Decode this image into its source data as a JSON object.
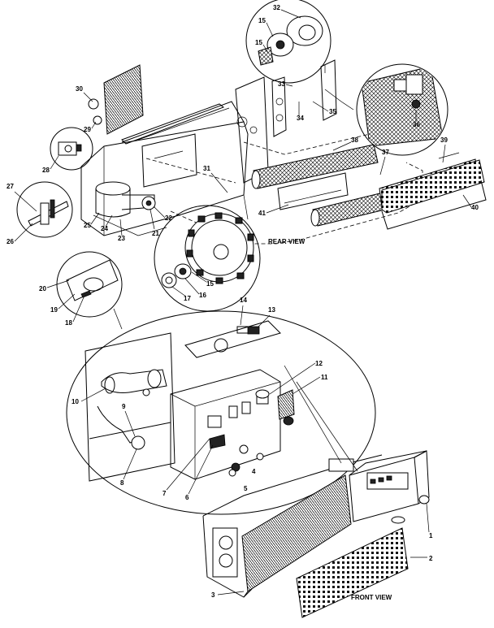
{
  "captions": {
    "rear_view": "REAR VIEW",
    "front_view": "FRONT VIEW"
  },
  "callouts": {
    "c1": "1",
    "c2": "2",
    "c3": "3",
    "c4": "4",
    "c5": "5",
    "c6": "6",
    "c7": "7",
    "c8": "8",
    "c9": "9",
    "c10": "10",
    "c11": "11",
    "c12": "12",
    "c13": "13",
    "c14": "14",
    "c15": "15",
    "c15b": "15",
    "c16": "16",
    "c17": "17",
    "c18": "18",
    "c19": "19",
    "c20": "20",
    "c21": "21",
    "c22": "22",
    "c23": "23",
    "c24": "24",
    "c25": "25",
    "c26": "26",
    "c27": "27",
    "c28": "28",
    "c29": "29",
    "c30": "30",
    "c31": "31",
    "c32": "32",
    "c33": "33",
    "c34": "34",
    "c35": "35",
    "c36": "36",
    "c37": "37",
    "c38": "38",
    "c39": "39",
    "c40": "40",
    "c41": "41"
  }
}
